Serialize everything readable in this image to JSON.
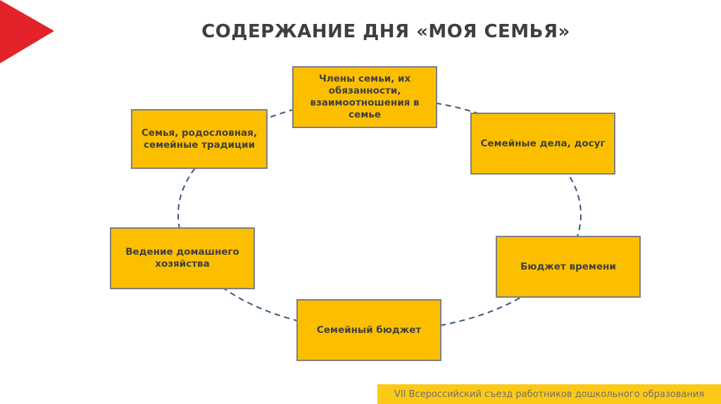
{
  "title": "СОДЕРЖАНИЕ ДНЯ «МОЯ СЕМЬЯ»",
  "nodes": [
    "Члены семьи, их обязанности, взаимоотношения в семье",
    "Семья, родословная, семейные традиции",
    "Семейные дела, досуг",
    "Ведение домашнего хозяйства",
    "Бюджет времени",
    "Семейный бюджет"
  ],
  "footer": "VII Всероссийский съезд работников дошкольного образования",
  "colors": {
    "accent": "#e42229",
    "box": "#fcbf00",
    "footer": "#fcc918",
    "ring": "#3b5577"
  }
}
